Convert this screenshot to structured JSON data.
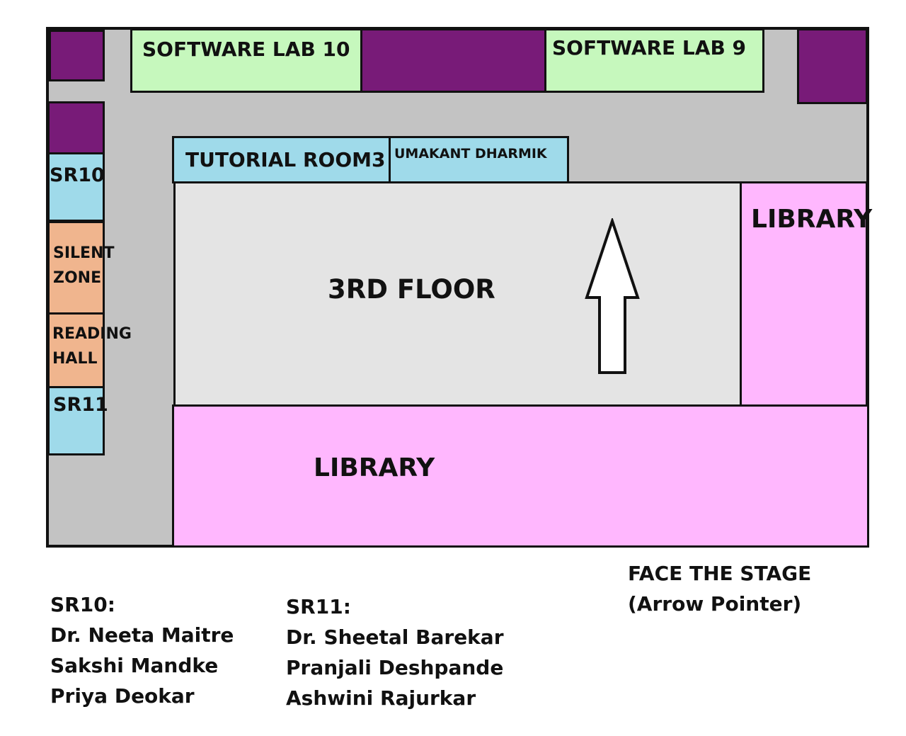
{
  "floor_label": "3RD FLOOR",
  "rooms": {
    "software_lab_10": "SOFTWARE LAB 10",
    "software_lab_9": "SOFTWARE LAB 9",
    "tutorial_room3": "TUTORIAL ROOM3",
    "umakant_dharmik": "UMAKANT DHARMIK",
    "sr10": "SR10",
    "silent_zone": [
      "SILENT",
      "ZONE"
    ],
    "reading_hall": [
      "READING",
      "HALL"
    ],
    "sr11": "SR11",
    "library_right": "LIBRARY",
    "library_bottom": "LIBRARY"
  },
  "direction_note": [
    "FACE THE STAGE",
    "(Arrow Pointer)"
  ],
  "assignments": [
    {
      "room": "SR10:",
      "people": [
        "Dr. Neeta Maitre",
        "Sakshi Mandke",
        "Priya Deokar"
      ]
    },
    {
      "room": "SR11:",
      "people": [
        "Dr. Sheetal Barekar",
        "Pranjali Deshpande",
        "Ashwini Rajurkar"
      ]
    }
  ],
  "colors": {
    "corridor": "#c3c3c3",
    "purple_block": "#781b78",
    "software_lab": "#c6f8bd",
    "seminar_room": "#9fdaea",
    "reading_area": "#f0b58e",
    "library": "#ffb7fe",
    "courtyard": "#e4e4e4"
  },
  "icons": {
    "arrow": "up-arrow-icon"
  }
}
